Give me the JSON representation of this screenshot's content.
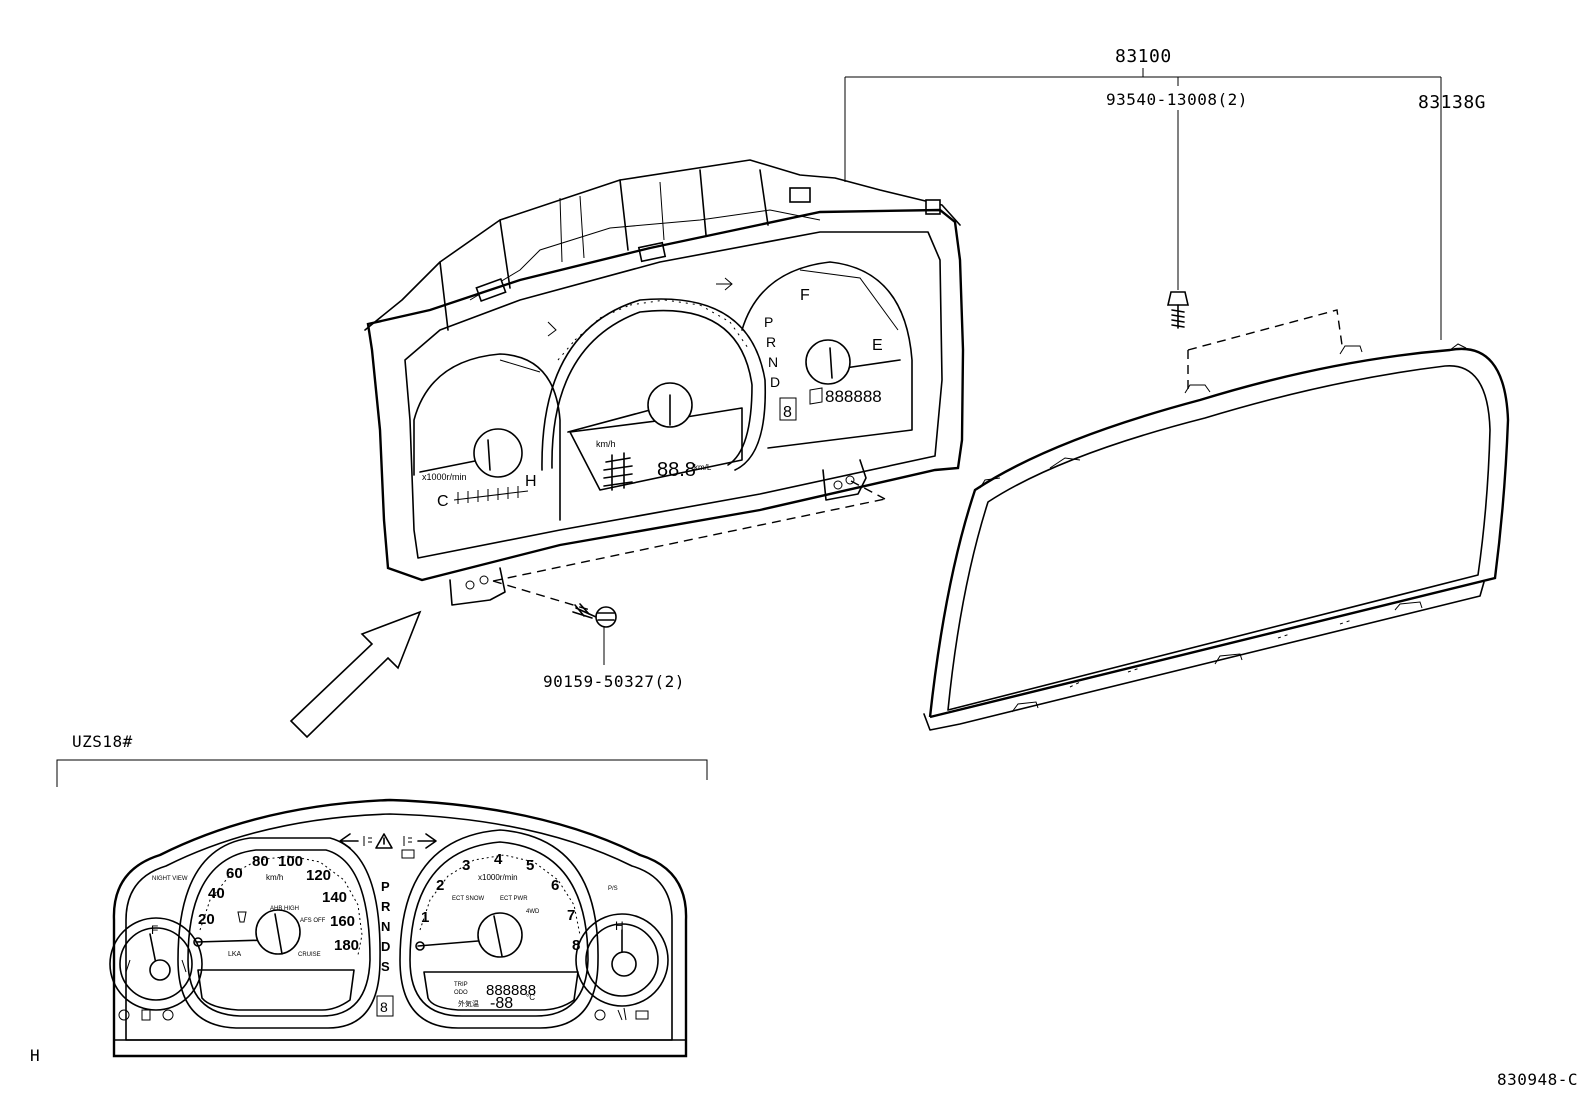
{
  "callouts": {
    "assembly": "83100",
    "screw_top": "93540-13008(2)",
    "glass": "83138G",
    "screw_bottom": "90159-50327(2)",
    "variant": "UZS18#",
    "corner_left": "H",
    "diagram_id": "830948-C"
  },
  "cluster_3d": {
    "gear_letters": [
      "P",
      "R",
      "N",
      "D"
    ],
    "fuel_full": "F",
    "fuel_empty": "E",
    "temp_cold": "C",
    "temp_hot": "H",
    "tach_unit": "x1000r/min",
    "speed_unit": "km/h",
    "fuel_econ": "88.8",
    "fuel_econ_unit": "km/L",
    "odo": "888888",
    "gear_digit": "8"
  },
  "cluster_front": {
    "speed_ticks": [
      "20",
      "40",
      "60",
      "80",
      "100",
      "120",
      "140",
      "160",
      "180"
    ],
    "speed_unit": "km/h",
    "tach_ticks": [
      "1",
      "2",
      "3",
      "4",
      "5",
      "6",
      "7",
      "8"
    ],
    "tach_unit": "x1000r/min",
    "gear_letters": [
      "P",
      "R",
      "N",
      "D",
      "S"
    ],
    "gear_digit": "8",
    "night_view": "NIGHT\nVIEW",
    "fuel_full": "F",
    "temp_hot": "H",
    "pcs": "P/S",
    "lka": "LKA",
    "cruise": "CRUISE",
    "afs_off": "AFS\nOFF",
    "beam_high": "AHB\nHIGH",
    "ect_snow": "ECT\nSNOW",
    "ect_pwr": "ECT\nPWR",
    "four_wd": "4WD",
    "odo": "888888",
    "trip_a": "TRIP",
    "odo_lbl": "ODO",
    "outside_label": "外気温",
    "temp_display": "-88",
    "temp_unit": "°C"
  }
}
